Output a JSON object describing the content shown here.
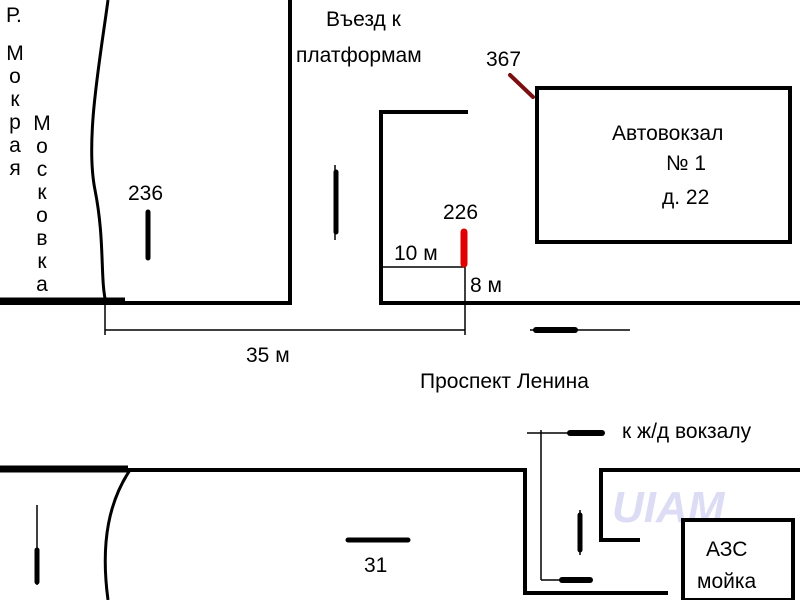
{
  "labels": {
    "river_prefix": "Р.",
    "river_name_1": "Мокрая",
    "river_name_2": "Московка",
    "entrance_1": "Въезд к",
    "entrance_2": "платформам",
    "stop_367": "367",
    "station_1": "Автовокзал",
    "station_2": "№ 1",
    "station_3": "д. 22",
    "stop_236": "236",
    "stop_226": "226",
    "dim_10": "10 м",
    "dim_8": "8 м",
    "dim_35": "35 м",
    "street": "Проспект  Ленина",
    "to_station": "к ж/д вокзалу",
    "stop_31": "31",
    "gas_1": "АЗС",
    "gas_2": "мойка",
    "watermark": "UIAM"
  },
  "colors": {
    "line": "#000000",
    "stop_226": "#e00000",
    "stop_367": "#7a1010",
    "watermark": "#dcdcf4"
  }
}
